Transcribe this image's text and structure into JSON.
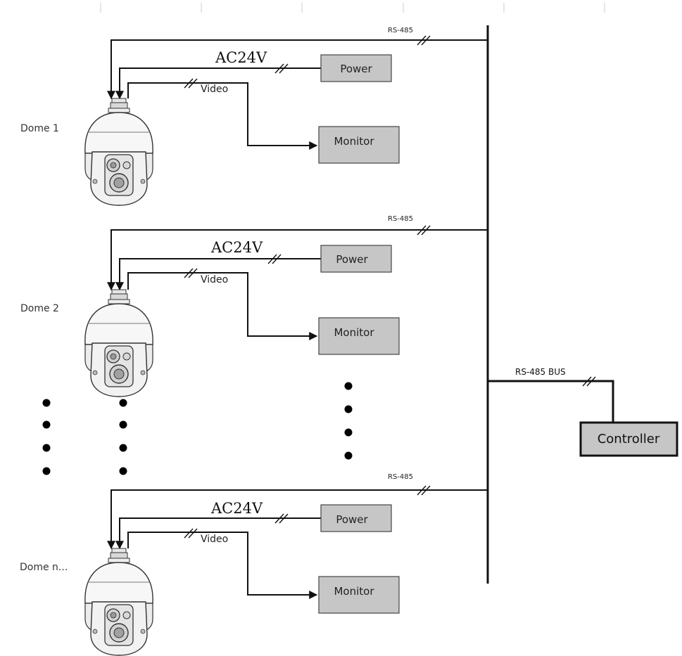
{
  "domes": [
    {
      "name": "Dome 1",
      "rs485_label": "RS-485",
      "power_label": "AC24V",
      "video_label": "Video",
      "power_box": "Power",
      "monitor_box": "Monitor"
    },
    {
      "name": "Dome 2",
      "rs485_label": "RS-485",
      "power_label": "AC24V",
      "video_label": "Video",
      "power_box": "Power",
      "monitor_box": "Monitor"
    },
    {
      "name": "Dome n...",
      "rs485_label": "RS-485",
      "power_label": "AC24V",
      "video_label": "Video",
      "power_box": "Power",
      "monitor_box": "Monitor"
    }
  ],
  "bus": {
    "label": "RS-485 BUS",
    "controller": "Controller"
  },
  "colors": {
    "box_fill": "#c6c6c6",
    "line": "#111111"
  }
}
